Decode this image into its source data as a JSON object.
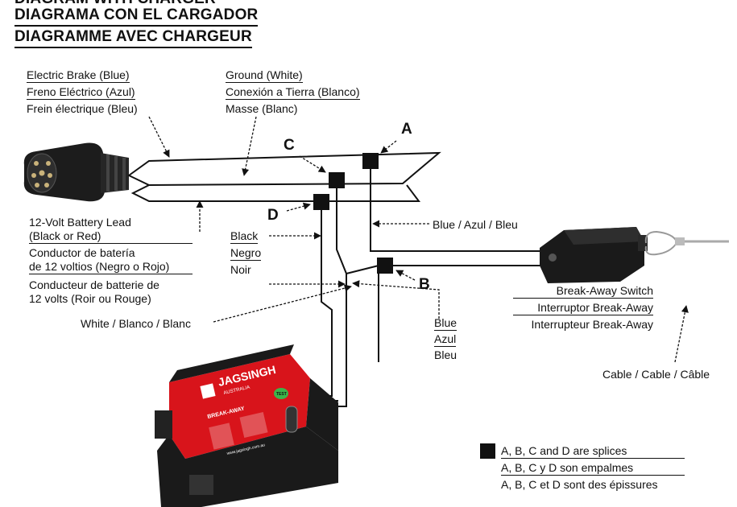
{
  "titles": {
    "line1": "DIAGRAM WITH CHARGER",
    "line2": "DIAGRAMA CON EL CARGADOR",
    "line3": "DIAGRAMME AVEC CHARGEUR"
  },
  "labels": {
    "brake": [
      "Electric Brake (Blue)",
      "Freno Eléctrico (Azul)",
      "Frein électrique (Bleu)"
    ],
    "ground": [
      "Ground (White)",
      "Conexión a Tierra (Blanco)",
      "Masse (Blanc)"
    ],
    "battery": [
      "12-Volt Battery Lead",
      "(Black or Red)",
      "Conductor de batería",
      "de 12 voltios (Negro o Rojo)",
      "Conducteur de batterie de",
      "12 volts (Roir ou Rouge)"
    ],
    "black": [
      "Black",
      "Negro",
      "Noir"
    ],
    "white": "White / Blanco / Blanc",
    "blue_inline": "Blue / Azul / Bleu",
    "blue": [
      "Blue",
      "Azul",
      "Bleu"
    ],
    "switch": [
      "Break-Away Switch",
      "Interruptor Break-Away",
      "Interrupteur Break-Away"
    ],
    "cable": "Cable / Cable / Câble",
    "legend": [
      "A, B, C and D are splices",
      "A, B, C y D son empalmes",
      "A, B, C et D sont des épissures"
    ]
  },
  "splices": {
    "a": "A",
    "b": "B",
    "c": "C",
    "d": "D"
  },
  "unit": {
    "brand": "JAGSINGH",
    "sub": "AUSTRALIA",
    "model": "BREAK-AWAY",
    "test": "TEST",
    "url": "www.jagsingh.com.au"
  },
  "colors": {
    "unit_red": "#d8141b",
    "unit_black": "#1a1a1a",
    "test_green": "#3bb54a"
  }
}
